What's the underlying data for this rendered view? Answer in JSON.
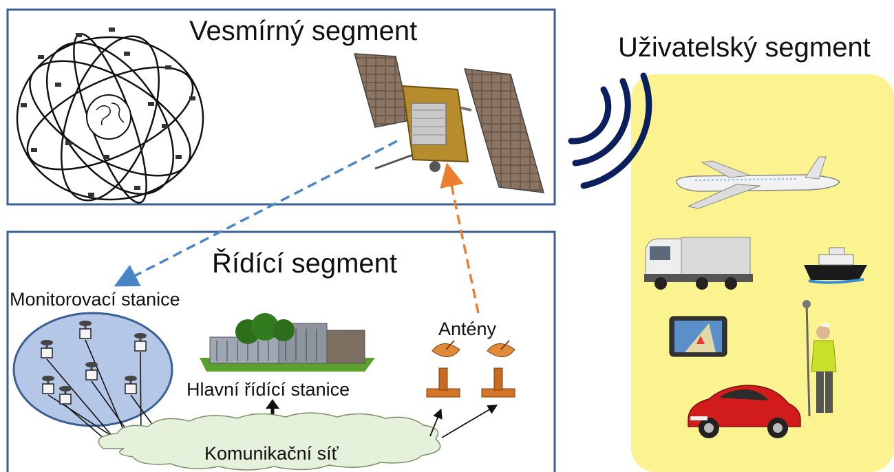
{
  "space_segment": {
    "title": "Vesmírný segment",
    "icons": [
      "gps-constellation-icon",
      "satellite-icon"
    ]
  },
  "control_segment": {
    "title": "Řídící segment",
    "monitoring_label": "Monitorovací stanice",
    "master_label": "Hlavní řídící stanice",
    "antennas_label": "Antény",
    "network_label": "Komunikační síť",
    "monitor_station_count": 7
  },
  "user_segment": {
    "title": "Uživatelský segment",
    "icons": [
      "airplane-icon",
      "truck-icon",
      "ship-icon",
      "gps-navigator-icon",
      "surveyor-icon",
      "car-icon"
    ]
  },
  "colors": {
    "frame": "#3a5f95",
    "monitor_oval": "#b4c7e7",
    "user_panel": "#fbf38f",
    "cloud": "#e6f1dc",
    "uplink_arrow": "#ed7d31",
    "downlink_arrow": "#4a86c5",
    "signal_arcs": "#0b1f5c"
  }
}
